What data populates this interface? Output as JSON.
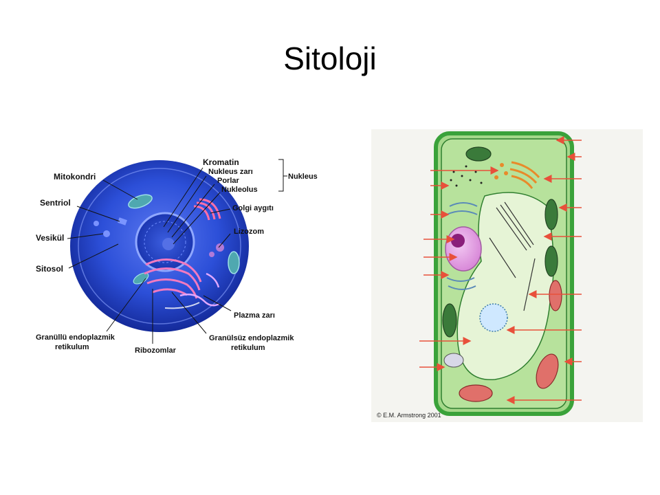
{
  "slide": {
    "title": "Sitoloji"
  },
  "animal_cell": {
    "labels": {
      "kromatin": "Kromatin",
      "nukleus_zari": "Nukleus zarı",
      "porlar": "Porlar",
      "nukleolus": "Nukleolus",
      "nukleus": "Nukleus",
      "mitokondri": "Mitokondri",
      "sentriol": "Sentriol",
      "golgi": "Golgi aygıtı",
      "vesikul": "Vesikül",
      "lizozom": "Lizozom",
      "sitosol": "Sitosol",
      "plazma_zari": "Plazma zarı",
      "granullu_er_1": "Granüllü endoplazmik",
      "granullu_er_2": "retikulum",
      "granulsuz_er_1": "Granülsüz endoplazmik",
      "granulsuz_er_2": "retikulum",
      "ribozomlar": "Ribozomlar"
    }
  },
  "plant_cell": {
    "credit": "© E.M. Armstrong 2001"
  },
  "colors": {
    "cell_blue": "#2a4fd8",
    "plant_wall": "#3aa23a",
    "arrow_red": "#e8503a"
  }
}
